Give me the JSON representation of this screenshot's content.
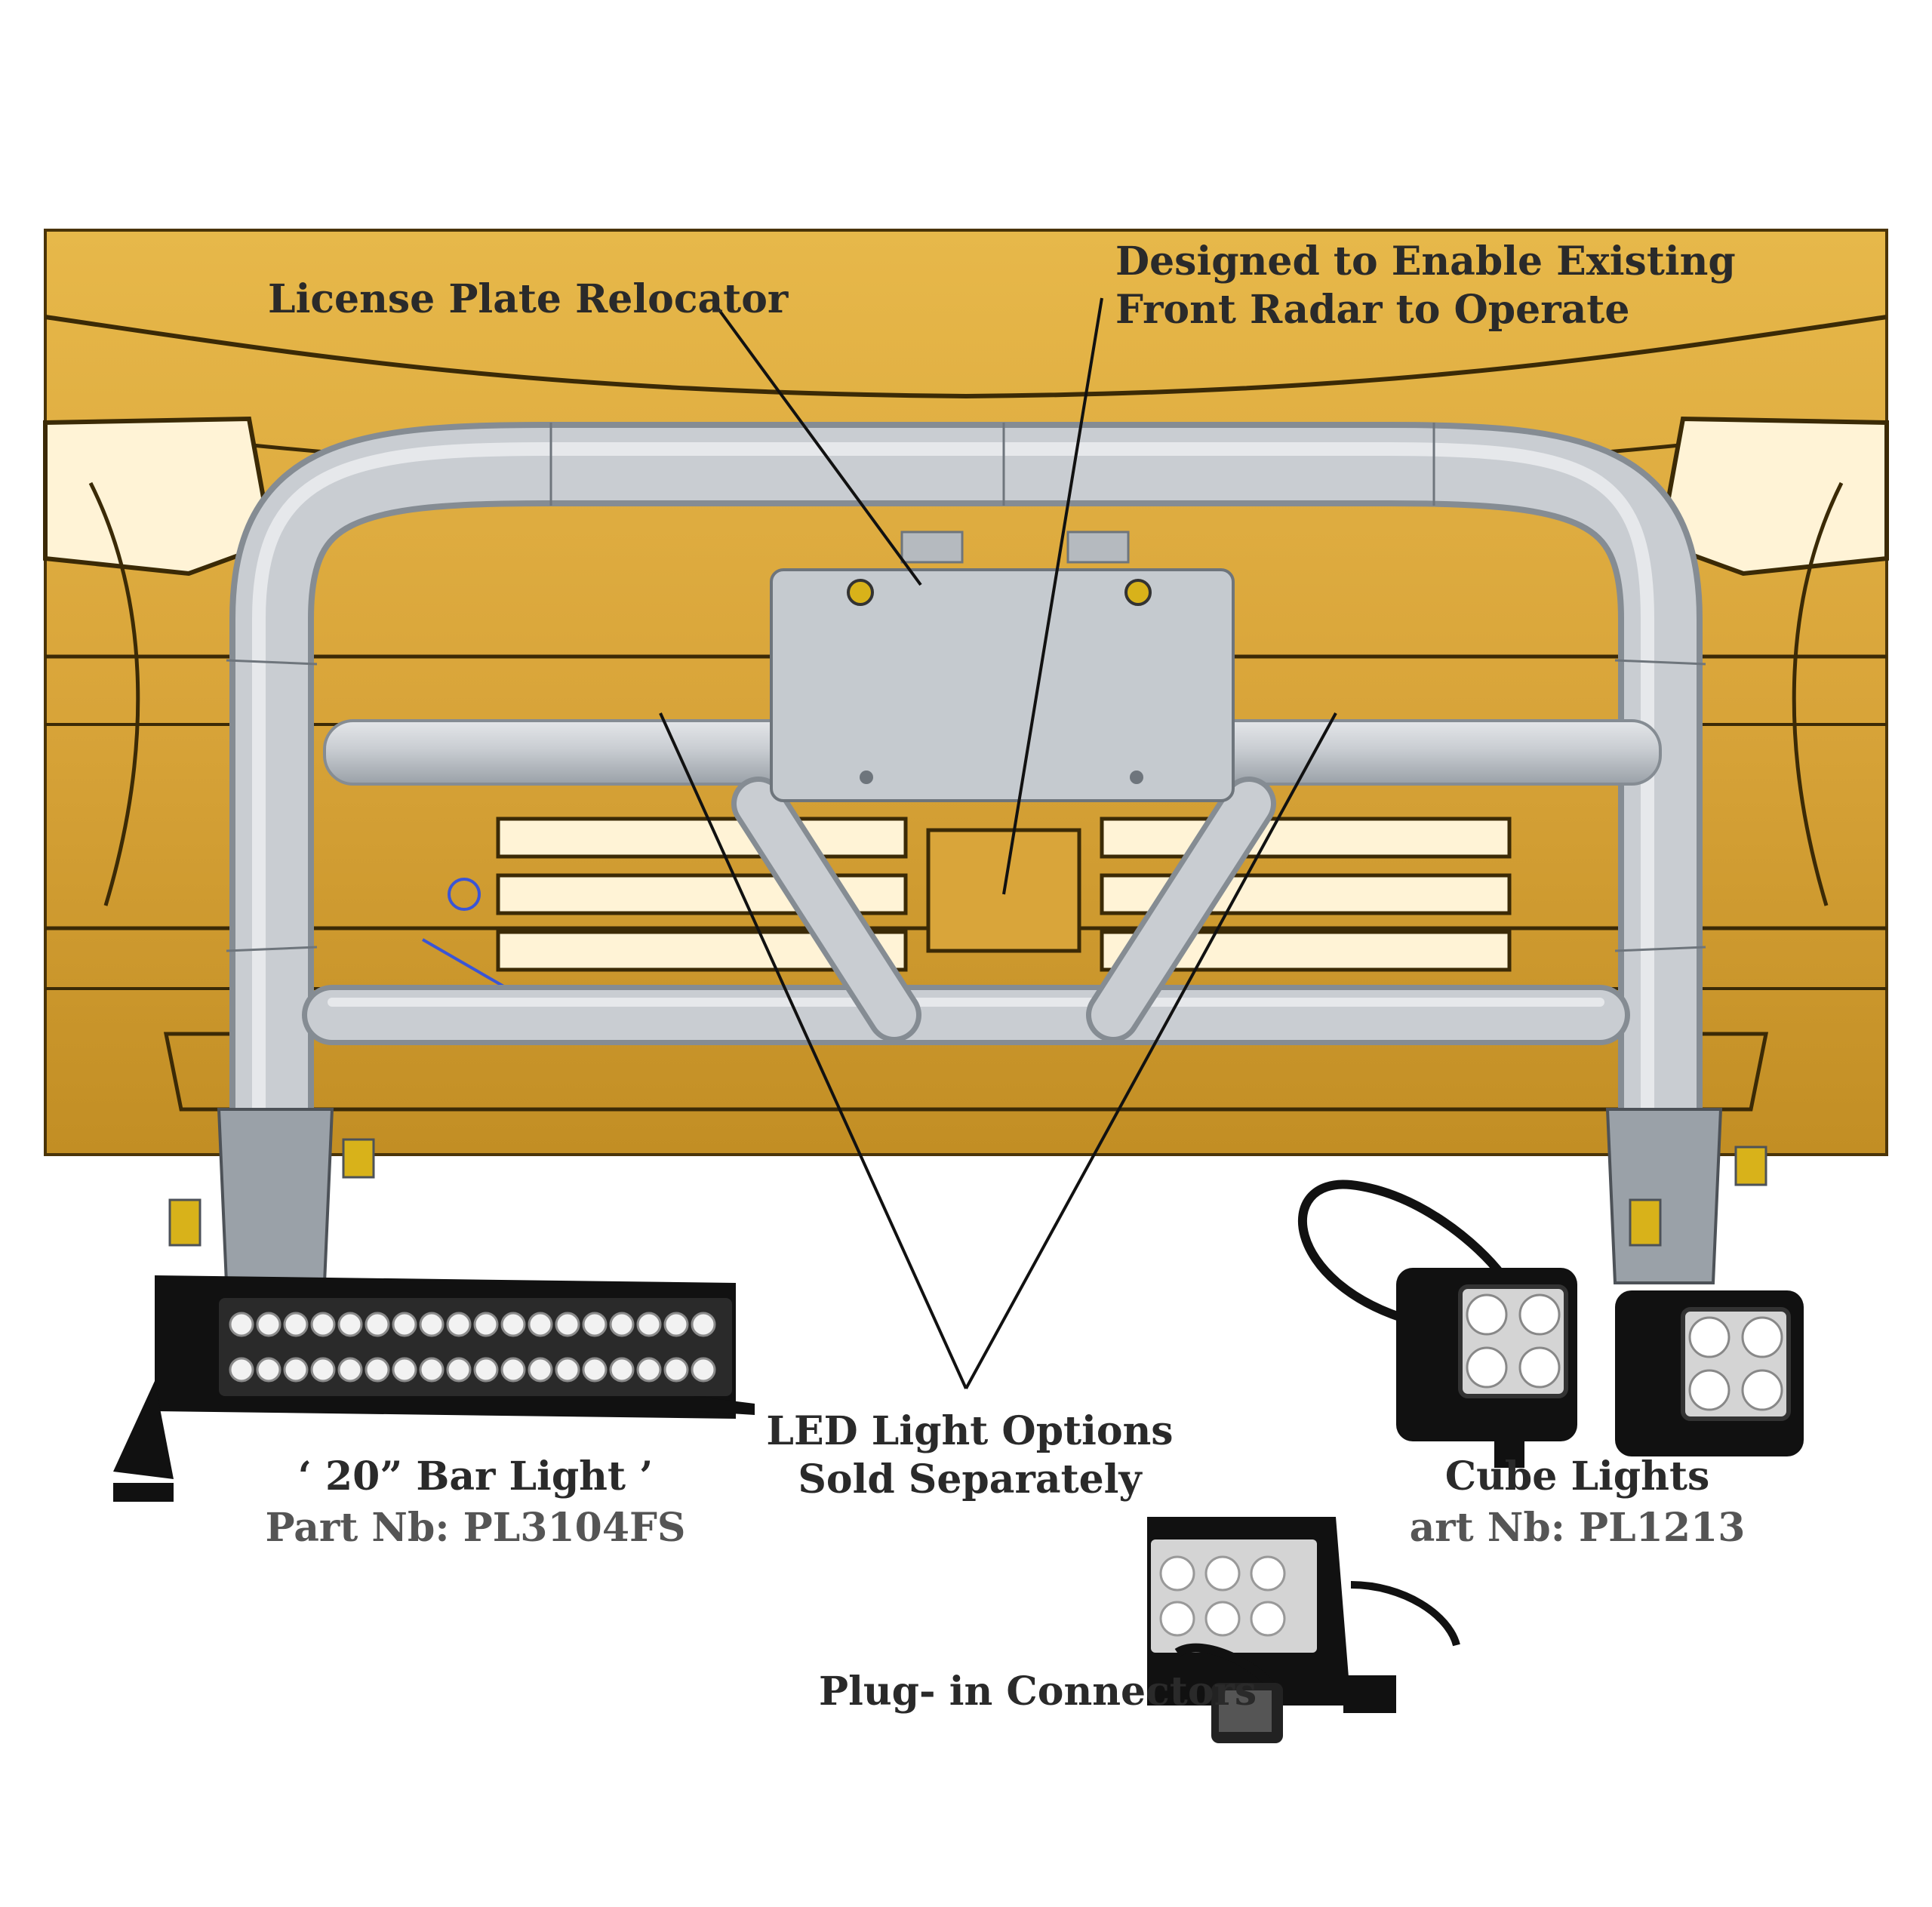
{
  "callouts": {
    "license_plate": "License Plate Relocator",
    "radar_line1": "Designed to Enable Existing",
    "radar_line2": "Front Radar to Operate",
    "led_line1": "LED Light Options",
    "led_line2": "Sold Separately"
  },
  "products": {
    "bar_light": {
      "name": "‘ 20” Bar Light ’",
      "part": "Part Nb: PL3104FS"
    },
    "cube_lights": {
      "name": "Cube Lights",
      "part": "art Nb: PL1213"
    },
    "connectors": {
      "name": "Plug- in Connectors"
    }
  },
  "colors": {
    "bumper": "#d9a53a",
    "bumper_dark": "#4a3408",
    "tube": "#c9cdd2",
    "tube_shade": "#9aa1a8",
    "light_housing": "#111111",
    "text": "#2a2a2a"
  }
}
